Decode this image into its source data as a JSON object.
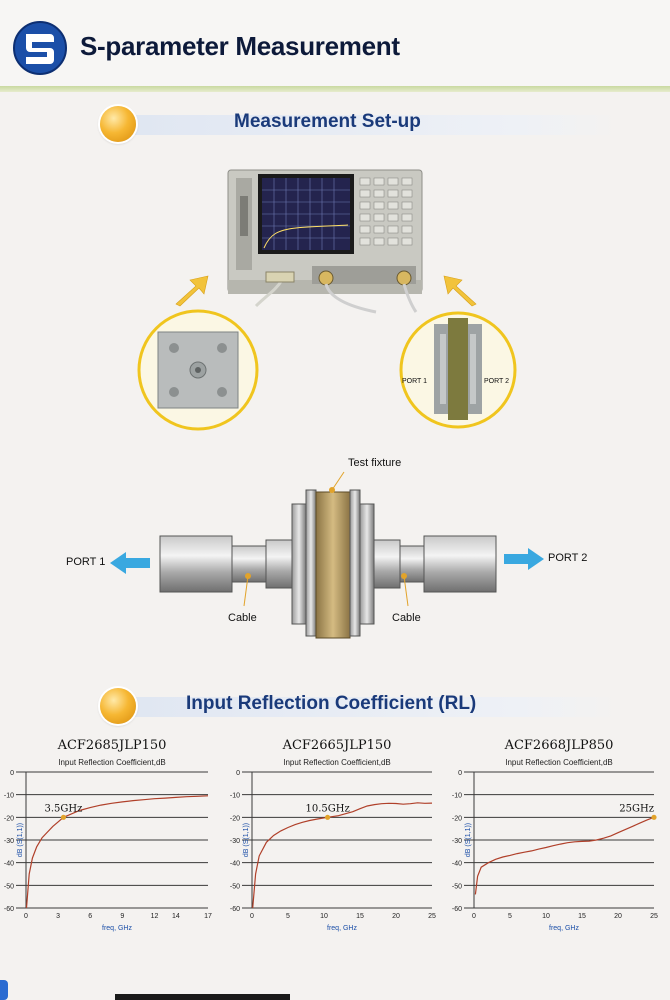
{
  "header": {
    "title": "S-parameter Measurement"
  },
  "setup": {
    "heading": "Measurement Set-up",
    "inset_port1": "PORT 1",
    "inset_port2": "PORT 2"
  },
  "fixture": {
    "test_fixture_label": "Test fixture",
    "port1_label": "PORT 1",
    "port2_label": "PORT 2",
    "cable_left_label": "Cable",
    "cable_right_label": "Cable"
  },
  "rl_section": {
    "heading": "Input Reflection Coefficient (RL)"
  },
  "colors": {
    "curve": "#b0402a",
    "marker": "#e2a32a",
    "arrow_blue": "#39a8e0",
    "heading_blue": "#1a3a7a"
  },
  "chart_data": [
    {
      "type": "line",
      "title": "ACF2685JLP150",
      "subtitle": "Input Reflection Coefficient,dB",
      "xlabel": "freq, GHz",
      "ylabel": "dB (S(1,1))",
      "xlim": [
        0,
        17
      ],
      "ylim": [
        -60,
        0
      ],
      "xticks": [
        "0",
        "3",
        "6",
        "9",
        "12",
        "14",
        "17"
      ],
      "xtick_values": [
        0,
        3,
        6,
        9,
        12,
        14,
        17
      ],
      "yticks": [
        "0",
        "-10",
        "-20",
        "-30",
        "-40",
        "-50",
        "-60"
      ],
      "annotation": {
        "text": "3.5GHz",
        "x": 3.5,
        "y": -20
      },
      "x": [
        0.05,
        0.3,
        0.6,
        1,
        1.5,
        2,
        2.5,
        3,
        3.5,
        4,
        5,
        6,
        7,
        8,
        9,
        10,
        11,
        12,
        13,
        14,
        15,
        16,
        17
      ],
      "y": [
        -60,
        -45,
        -38,
        -33,
        -29,
        -26.5,
        -24,
        -22,
        -20,
        -19,
        -17,
        -15.7,
        -14.6,
        -13.8,
        -13.2,
        -12.6,
        -12.2,
        -11.8,
        -11.5,
        -11.2,
        -10.9,
        -10.7,
        -10.5
      ]
    },
    {
      "type": "line",
      "title": "ACF2665JLP150",
      "subtitle": "Input Reflection Coefficient,dB",
      "xlabel": "freq, GHz",
      "ylabel": "dB (S(1,1))",
      "xlim": [
        0,
        25
      ],
      "ylim": [
        -60,
        0
      ],
      "xticks": [
        "0",
        "5",
        "10",
        "15",
        "20",
        "25"
      ],
      "xtick_values": [
        0,
        5,
        10,
        15,
        20,
        25
      ],
      "yticks": [
        "0",
        "-10",
        "-20",
        "-30",
        "-40",
        "-50",
        "-60"
      ],
      "annotation": {
        "text": "10.5GHz",
        "x": 10.5,
        "y": -20
      },
      "x": [
        0.1,
        0.5,
        1,
        2,
        3,
        4,
        5,
        6,
        7,
        8,
        9,
        10.5,
        12,
        14,
        15,
        16,
        17,
        18,
        19,
        20,
        21,
        22,
        23,
        24,
        25
      ],
      "y": [
        -60,
        -45,
        -37,
        -31,
        -28,
        -26,
        -24.5,
        -23.2,
        -22.2,
        -21.4,
        -20.8,
        -20,
        -19.3,
        -17.5,
        -16.2,
        -15,
        -14.4,
        -14,
        -13.8,
        -13.9,
        -14.2,
        -14,
        -13.6,
        -13.8,
        -13.7
      ]
    },
    {
      "type": "line",
      "title": "ACF2668JLP850",
      "subtitle": "Input Reflection Coefficient,dB",
      "xlabel": "freq, GHz",
      "ylabel": "dB (S(1,1))",
      "xlim": [
        0,
        25
      ],
      "ylim": [
        -60,
        0
      ],
      "xticks": [
        "0",
        "5",
        "10",
        "15",
        "20",
        "25"
      ],
      "xtick_values": [
        0,
        5,
        10,
        15,
        20,
        25
      ],
      "yticks": [
        "0",
        "-10",
        "-20",
        "-30",
        "-40",
        "-50",
        "-60"
      ],
      "annotation": {
        "text": "25GHz",
        "x": 25,
        "y": -20
      },
      "x": [
        0.2,
        0.5,
        1,
        2,
        3,
        4,
        5,
        6,
        7,
        8,
        9,
        10,
        11,
        12,
        13,
        14,
        15,
        16,
        17,
        18,
        19,
        20,
        21,
        22,
        23,
        24,
        25
      ],
      "y": [
        -54,
        -46,
        -42,
        -40,
        -38.5,
        -37.5,
        -36.8,
        -36,
        -35.4,
        -34.8,
        -34,
        -33.3,
        -32.5,
        -31.8,
        -31.2,
        -30.8,
        -30.6,
        -30.5,
        -30,
        -29.2,
        -28.2,
        -26.8,
        -25.4,
        -24,
        -22.6,
        -21.2,
        -20
      ]
    }
  ]
}
